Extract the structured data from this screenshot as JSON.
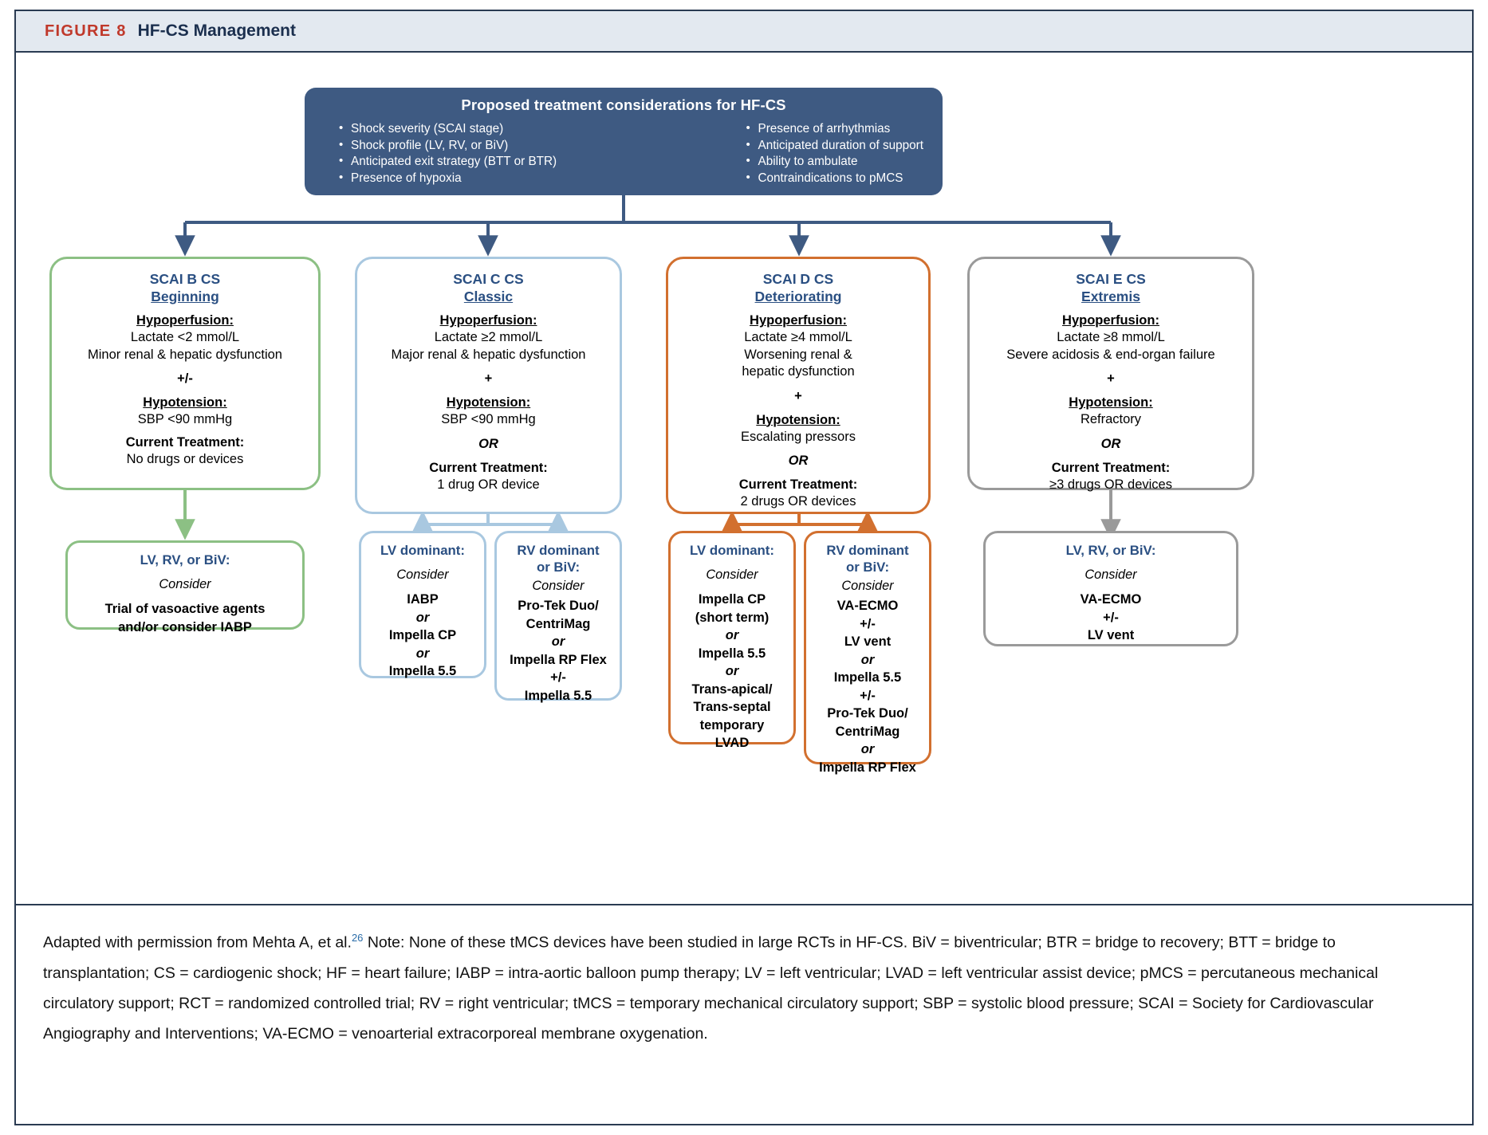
{
  "figure": {
    "label": "FIGURE 8",
    "title": "HF-CS Management",
    "accent_red": "#c0392b",
    "accent_navy": "#1b2f4e",
    "header_bg": "#e3e9f0"
  },
  "top_box": {
    "title": "Proposed treatment considerations for HF-CS",
    "bg": "#3e5a82",
    "left_bullets": [
      "Shock severity (SCAI stage)",
      "Shock profile (LV, RV, or BiV)",
      "Anticipated exit strategy (BTT  or BTR)",
      "Presence of hypoxia"
    ],
    "right_bullets": [
      "Presence of arrhythmias",
      "Anticipated duration of support",
      "Ability to ambulate",
      "Contraindications to pMCS"
    ]
  },
  "stages": [
    {
      "id": "stage-b",
      "title": "SCAI B CS",
      "subtitle": "Beginning",
      "color": "#8cc084",
      "sections": [
        {
          "kind": "header-ul",
          "text": "Hypoperfusion:"
        },
        {
          "kind": "line",
          "text": "Lactate <2 mmol/L"
        },
        {
          "kind": "line",
          "text": "Minor renal & hepatic dysfunction"
        },
        {
          "kind": "op",
          "text": "+/-"
        },
        {
          "kind": "header-ul",
          "text": "Hypotension:"
        },
        {
          "kind": "line",
          "text": "SBP <90 mmHg"
        },
        {
          "kind": "header-plain",
          "text": "Current Treatment:"
        },
        {
          "kind": "line",
          "text": "No drugs or devices"
        }
      ]
    },
    {
      "id": "stage-c",
      "title": "SCAI C CS",
      "subtitle": "Classic",
      "color": "#a9c8e0",
      "sections": [
        {
          "kind": "header-ul",
          "text": "Hypoperfusion:"
        },
        {
          "kind": "line",
          "text": "Lactate ≥2 mmol/L"
        },
        {
          "kind": "line",
          "text": "Major renal & hepatic dysfunction"
        },
        {
          "kind": "op",
          "text": "+"
        },
        {
          "kind": "header-ul",
          "text": "Hypotension:"
        },
        {
          "kind": "line",
          "text": "SBP <90 mmHg"
        },
        {
          "kind": "op-it",
          "text": "OR"
        },
        {
          "kind": "header-plain",
          "text": "Current Treatment:"
        },
        {
          "kind": "line",
          "text": "1 drug OR device"
        }
      ]
    },
    {
      "id": "stage-d",
      "title": "SCAI D CS",
      "subtitle": "Deteriorating",
      "color": "#d2702f",
      "sections": [
        {
          "kind": "header-ul",
          "text": "Hypoperfusion:"
        },
        {
          "kind": "line",
          "text": "Lactate ≥4 mmol/L"
        },
        {
          "kind": "line",
          "text": "Worsening renal &"
        },
        {
          "kind": "line",
          "text": "hepatic dysfunction"
        },
        {
          "kind": "op",
          "text": "+"
        },
        {
          "kind": "header-ul",
          "text": "Hypotension:"
        },
        {
          "kind": "line",
          "text": "Escalating pressors"
        },
        {
          "kind": "op-it",
          "text": "OR"
        },
        {
          "kind": "header-plain",
          "text": "Current Treatment:"
        },
        {
          "kind": "line",
          "text": "2 drugs OR devices"
        }
      ]
    },
    {
      "id": "stage-e",
      "title": "SCAI E CS",
      "subtitle": "Extremis",
      "color": "#9a9a9a",
      "sections": [
        {
          "kind": "header-ul",
          "text": "Hypoperfusion:"
        },
        {
          "kind": "line",
          "text": "Lactate ≥8 mmol/L"
        },
        {
          "kind": "line",
          "text": "Severe acidosis & end-organ failure"
        },
        {
          "kind": "op",
          "text": "+"
        },
        {
          "kind": "header-ul",
          "text": "Hypotension:"
        },
        {
          "kind": "line",
          "text": "Refractory"
        },
        {
          "kind": "op-it",
          "text": "OR"
        },
        {
          "kind": "header-plain",
          "text": "Current Treatment:"
        },
        {
          "kind": "line",
          "text": "≥3 drugs OR devices"
        }
      ]
    }
  ],
  "treatments": [
    {
      "id": "treat-b",
      "title": "LV, RV, or BiV:",
      "consider": "Consider",
      "color": "#8cc084",
      "items": [
        {
          "kind": "item",
          "text": "Trial of vasoactive agents"
        },
        {
          "kind": "item",
          "text": "and/or consider IABP"
        }
      ]
    },
    {
      "id": "treat-c1",
      "title": "LV dominant:",
      "consider": "Consider",
      "color": "#a9c8e0",
      "items": [
        {
          "kind": "item",
          "text": "IABP"
        },
        {
          "kind": "conn",
          "text": "or"
        },
        {
          "kind": "item",
          "text": "Impella CP"
        },
        {
          "kind": "conn",
          "text": "or"
        },
        {
          "kind": "item",
          "text": "Impella 5.5"
        }
      ]
    },
    {
      "id": "treat-c2",
      "title": "RV dominant\nor BiV:",
      "consider": "Consider",
      "color": "#a9c8e0",
      "items": [
        {
          "kind": "item",
          "text": "Pro-Tek Duo/"
        },
        {
          "kind": "item",
          "text": "CentriMag"
        },
        {
          "kind": "conn",
          "text": "or"
        },
        {
          "kind": "item",
          "text": "Impella RP Flex"
        },
        {
          "kind": "pm",
          "text": "+/-"
        },
        {
          "kind": "item",
          "text": "Impella 5.5"
        }
      ]
    },
    {
      "id": "treat-d1",
      "title": "LV dominant:",
      "consider": "Consider",
      "color": "#d2702f",
      "items": [
        {
          "kind": "item",
          "text": "Impella CP"
        },
        {
          "kind": "item",
          "text": "(short term)"
        },
        {
          "kind": "conn",
          "text": "or"
        },
        {
          "kind": "item",
          "text": "Impella 5.5"
        },
        {
          "kind": "conn",
          "text": "or"
        },
        {
          "kind": "item",
          "text": "Trans-apical/"
        },
        {
          "kind": "item",
          "text": "Trans-septal"
        },
        {
          "kind": "item",
          "text": "temporary"
        },
        {
          "kind": "item",
          "text": "LVAD"
        }
      ]
    },
    {
      "id": "treat-d2",
      "title": "RV dominant\nor BiV:",
      "consider": "Consider",
      "color": "#d2702f",
      "items": [
        {
          "kind": "item",
          "text": "VA-ECMO"
        },
        {
          "kind": "pm",
          "text": "+/-"
        },
        {
          "kind": "item",
          "text": "LV vent"
        },
        {
          "kind": "conn",
          "text": "or"
        },
        {
          "kind": "item",
          "text": "Impella 5.5"
        },
        {
          "kind": "pm",
          "text": "+/-"
        },
        {
          "kind": "item",
          "text": "Pro-Tek Duo/"
        },
        {
          "kind": "item",
          "text": "CentriMag"
        },
        {
          "kind": "conn",
          "text": "or"
        },
        {
          "kind": "item",
          "text": "Impella RP Flex"
        }
      ]
    },
    {
      "id": "treat-e",
      "title": "LV, RV, or BiV:",
      "consider": "Consider",
      "color": "#9a9a9a",
      "items": [
        {
          "kind": "item",
          "text": "VA-ECMO"
        },
        {
          "kind": "pm",
          "text": "+/-"
        },
        {
          "kind": "item",
          "text": "LV vent"
        }
      ]
    }
  ],
  "footnote": {
    "lead": "Adapted with permission from Mehta A, et al.",
    "ref": "26",
    "body": " Note: None of these tMCS devices have been studied in large RCTs in HF-CS. BiV = biventricular; BTR = bridge to recovery; BTT = bridge to transplantation; CS = cardiogenic shock; HF = heart failure; IABP = intra-aortic balloon pump therapy; LV = left ventricular; LVAD = left ventricular assist device; pMCS = percutaneous mechanical circulatory support; RCT = randomized controlled trial; RV = right ventricular; tMCS = temporary mechanical circulatory support; SBP = systolic blood pressure; SCAI = Society for Cardiovascular Angiography and Interventions; VA-ECMO = venoarterial extracorporeal membrane oxygenation."
  }
}
